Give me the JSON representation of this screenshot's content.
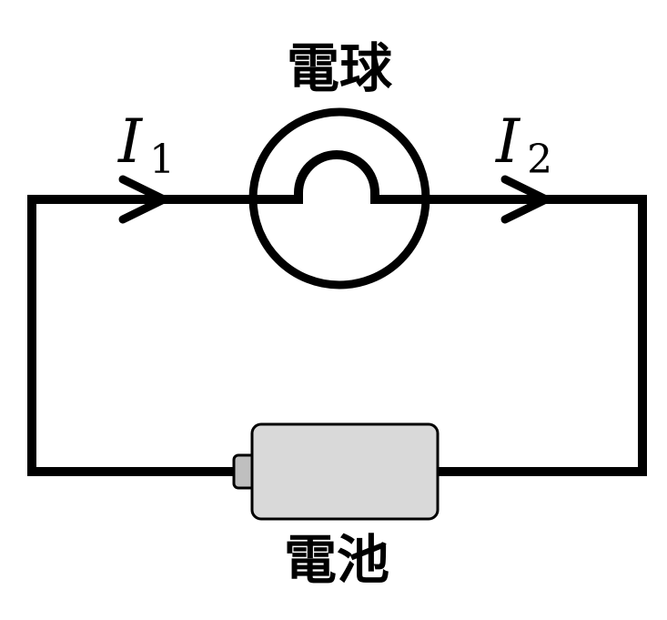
{
  "labels": {
    "bulb": "電球",
    "battery": "電池"
  },
  "currents": [
    {
      "symbol": "I",
      "subscript": "1"
    },
    {
      "symbol": "I",
      "subscript": "2"
    }
  ],
  "components": {
    "bulb_icon": "light-bulb-icon",
    "battery_icon": "battery-icon",
    "arrow_icon": "arrow-right-icon"
  },
  "colors": {
    "wire": "#000000",
    "battery_fill": "#d9d9d9",
    "battery_terminal": "#bfbfbf",
    "background": "#ffffff"
  }
}
